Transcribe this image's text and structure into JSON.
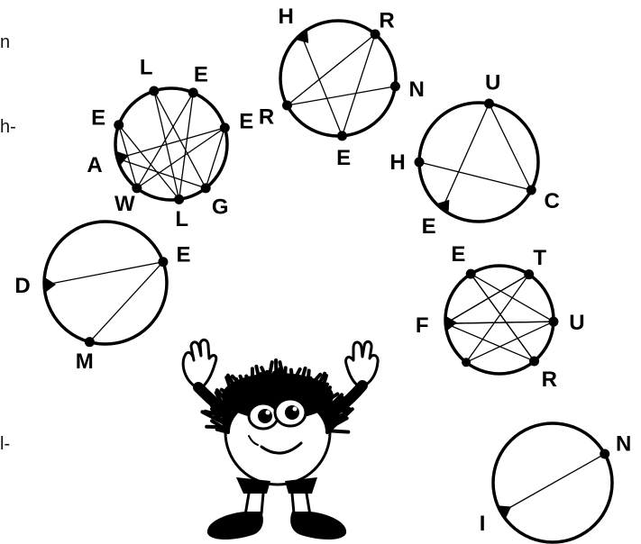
{
  "margin_fragments": [
    "n",
    "h-",
    "l-"
  ],
  "puzzles": [
    {
      "id": "wheel-1",
      "letters": [
        "L",
        "E",
        "E",
        "G",
        "L",
        "W",
        "A",
        "E"
      ],
      "start_letter": "A"
    },
    {
      "id": "wheel-2",
      "letters": [
        "H",
        "R",
        "N",
        "E",
        "R"
      ],
      "start_letter": "H"
    },
    {
      "id": "wheel-3",
      "letters": [
        "U",
        "C",
        "E",
        "H"
      ],
      "start_letter": "E"
    },
    {
      "id": "wheel-4",
      "letters": [
        "E",
        "M",
        "D"
      ],
      "start_letter": "D"
    },
    {
      "id": "wheel-5",
      "letters": [
        "E",
        "T",
        "U",
        "R",
        "F"
      ],
      "start_letter": "F"
    },
    {
      "id": "wheel-6",
      "letters": [
        "N",
        "I"
      ],
      "start_letter": "I"
    }
  ],
  "colors": {
    "ink": "#000000",
    "background": "#ffffff"
  },
  "figure": {
    "name": "cartoon-juggler"
  }
}
